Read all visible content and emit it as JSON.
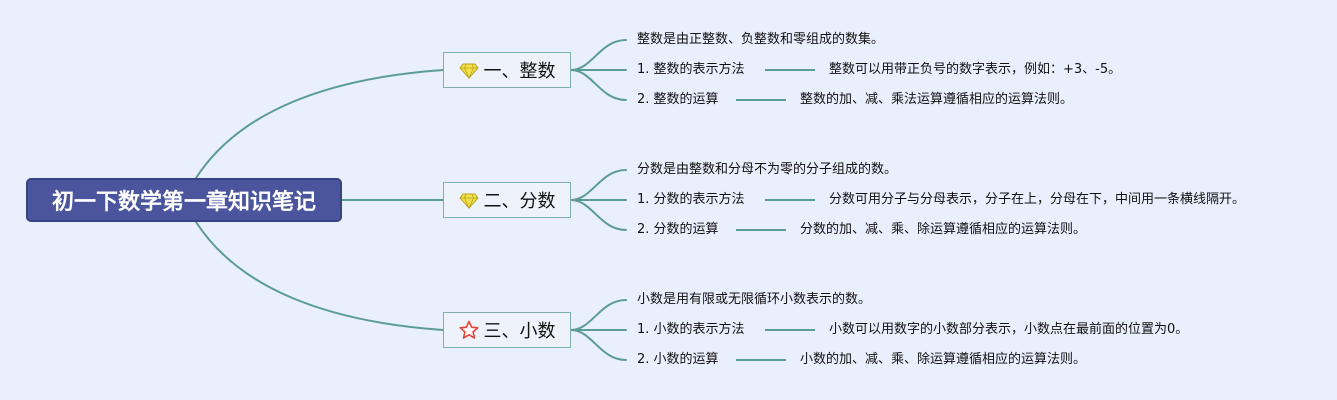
{
  "root": {
    "title": "初一下数学第一章知识笔记"
  },
  "branches": [
    {
      "label": "一、整数",
      "icon": "diamond-icon",
      "definition": "整数是由正整数、负整数和零组成的数集。",
      "topics": [
        {
          "label": "1. 整数的表示方法",
          "detail": "整数可以用带正负号的数字表示，例如：+3、-5。"
        },
        {
          "label": "2. 整数的运算",
          "detail": "整数的加、减、乘法运算遵循相应的运算法则。"
        }
      ]
    },
    {
      "label": "二、分数",
      "icon": "diamond-icon",
      "definition": "分数是由整数和分母不为零的分子组成的数。",
      "topics": [
        {
          "label": "1. 分数的表示方法",
          "detail": "分数可用分子与分母表示，分子在上，分母在下，中间用一条横线隔开。"
        },
        {
          "label": "2. 分数的运算",
          "detail": "分数的加、减、乘、除运算遵循相应的运算法则。"
        }
      ]
    },
    {
      "label": "三、小数",
      "icon": "star-icon",
      "definition": "小数是用有限或无限循环小数表示的数。",
      "topics": [
        {
          "label": "1. 小数的表示方法",
          "detail": "小数可以用数字的小数部分表示，小数点在最前面的位置为0。"
        },
        {
          "label": "2. 小数的运算",
          "detail": "小数的加、减、乘、除运算遵循相应的运算法则。"
        }
      ]
    }
  ],
  "colors": {
    "background": "#e9effd",
    "root_fill": "#4a559e",
    "connector": "#5c9c96",
    "diamond": "#f3e04a",
    "star": "#e0453a"
  }
}
